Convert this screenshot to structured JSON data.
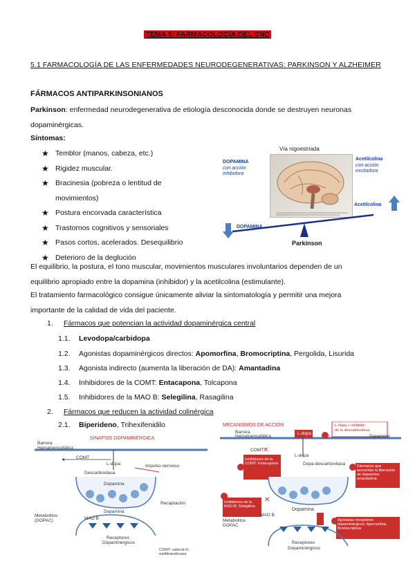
{
  "title": "TEMA 5: FARMACOLOGÍA DEL SNC",
  "section_title": "5.1 FARMACOLOGÍA DE LAS ENFERMEDADES NEURODEGENERATIVAS: PARKINSON Y ALZHEIMER",
  "heading": "FÁRMACOS ANTIPARKINSONIANOS",
  "parkinson_term": "Parkinson",
  "parkinson_def_1": ": enfermedad neurodegenerativa de etiología desconocida donde se destruyen neuronas",
  "parkinson_def_2": "dopaminérgicas.",
  "sintomas_label": "Síntomas:",
  "symptoms": [
    "Temblor (manos, cabeza, etc.)",
    "Rigidez muscular.",
    "Bracinesia (pobreza o lentitud de",
    "movimientos)",
    "Postura encorvada característica",
    "Trastornos cognitivos y sensoriales",
    "Pasos cortos, acelerados. Desequilibrio",
    "Deterioro de la deglución"
  ],
  "paragraph_equilibrio_1": "El equilibrio, la postura, el tono muscular, movimientos musculares involuntarios dependen de un",
  "paragraph_equilibrio_2": "equilibrio apropiado entre la dopamina (inhibidor) y la acetilcolina (estimulante).",
  "paragraph_tratamiento_1": "El tratamiento farmacológico consigue únicamente aliviar la sintomatología y permitir una mejora",
  "paragraph_tratamiento_2": "importante de la calidad de vida del paciente.",
  "list": {
    "item1_num": "1.",
    "item1_text": "Fármacos que potencian la actividad dopaminérgica central",
    "sub": [
      {
        "num": "1.1.",
        "bold": "Levodopa/carbidopa",
        "rest": ""
      },
      {
        "num": "1.2.",
        "pre": "Agonistas dopaminérgicos directos: ",
        "b1": "Apomorfina",
        "sep": ", ",
        "b2": "Bromocriptina",
        "rest": ", Pergolida, Lisurida"
      },
      {
        "num": "1.3.",
        "pre": "Agonista indirecto (aumenta la liberación de DA): ",
        "bold": "Amantadina"
      },
      {
        "num": "1.4.",
        "pre": "Inhibidores de la COMT: ",
        "bold": "Entacapona",
        "rest": ", Tolcapona"
      },
      {
        "num": "1.5.",
        "pre": "Inhibidores de la MAO B: ",
        "bold": "Selegilina",
        "rest": ", Rasagilina"
      }
    ],
    "item2_num": "2.",
    "item2_text": "Fármacos que reducen la actividad colinérgica",
    "sub2_num": "2.1.",
    "sub2_bold": "Biperideno",
    "sub2_rest": ", Trihexifenidilo"
  },
  "figure1": {
    "top_label": "Vía nigoestriada",
    "left_title": "DOPAMINA",
    "left_sub1": "con acción",
    "left_sub2": "inhibidora",
    "right_title": "Acetilcolina",
    "right_sub1": "con acción",
    "right_sub2": "excitadora",
    "beam_right": "Acetilcolina",
    "beam_left": "DOPAMINA",
    "pivot_label": "Parkinson",
    "colors": {
      "blue": "#1a3ea8",
      "arrow": "#4a7fc4",
      "beam": "#1a2f8c"
    }
  },
  "figure2": {
    "title": "SINAPSIS DOPAMINÉRGICA",
    "barrera": "Barrera",
    "hematoencefalica": "Hematoencefálica",
    "comt": "COMT",
    "ldopa": "L-dopa",
    "descarboxilasa": "Descarboxilasa",
    "impulso": "Impulso nervioso",
    "dopamina": "Dopamina",
    "recaptacion": "Recaptación",
    "metabolitos": "Metabolitos",
    "metabolitos2": "(DOPAC)",
    "mao": "MAO B",
    "dopamina2": "Dopamina",
    "receptores": "Receptores",
    "receptores2": "Dopaminérgicos",
    "caption": "COMT: catecol-O-metiltransferasa"
  },
  "figure3": {
    "title": "MECANISMOS DE ACCIÓN",
    "barrera": "Barrera",
    "hematoencefalica": "Hematoencefálica",
    "ldopa_box": "L-dopa",
    "ldopa_text": "L-dopa + inhibidor",
    "ldopa_text2": "de la descarboxilasa",
    "dopamina_top": "Dopamina",
    "comt": "COMT",
    "comt_box": "Inhibidores de la COMT: Entacapona",
    "ldopa": "L-dopa",
    "dopa": "Dopa-descarboxilasa",
    "box_right": "Fármacos que aumentan la liberación de dopamina: amantadina",
    "inhib_mao": "Inhibidores de la MAO B: Selegilina",
    "dopamina_mid": "Dopamina",
    "mao": "MAO B",
    "metabolitos": "Metabolitos",
    "dopac": "DOPAC",
    "agonistas": "Agonistas receptores dopaminérgicos: Apomorfina, Bromocriptina",
    "receptores": "Receptores",
    "receptores2": "Dopaminérgicos",
    "red": "#c9302c"
  }
}
